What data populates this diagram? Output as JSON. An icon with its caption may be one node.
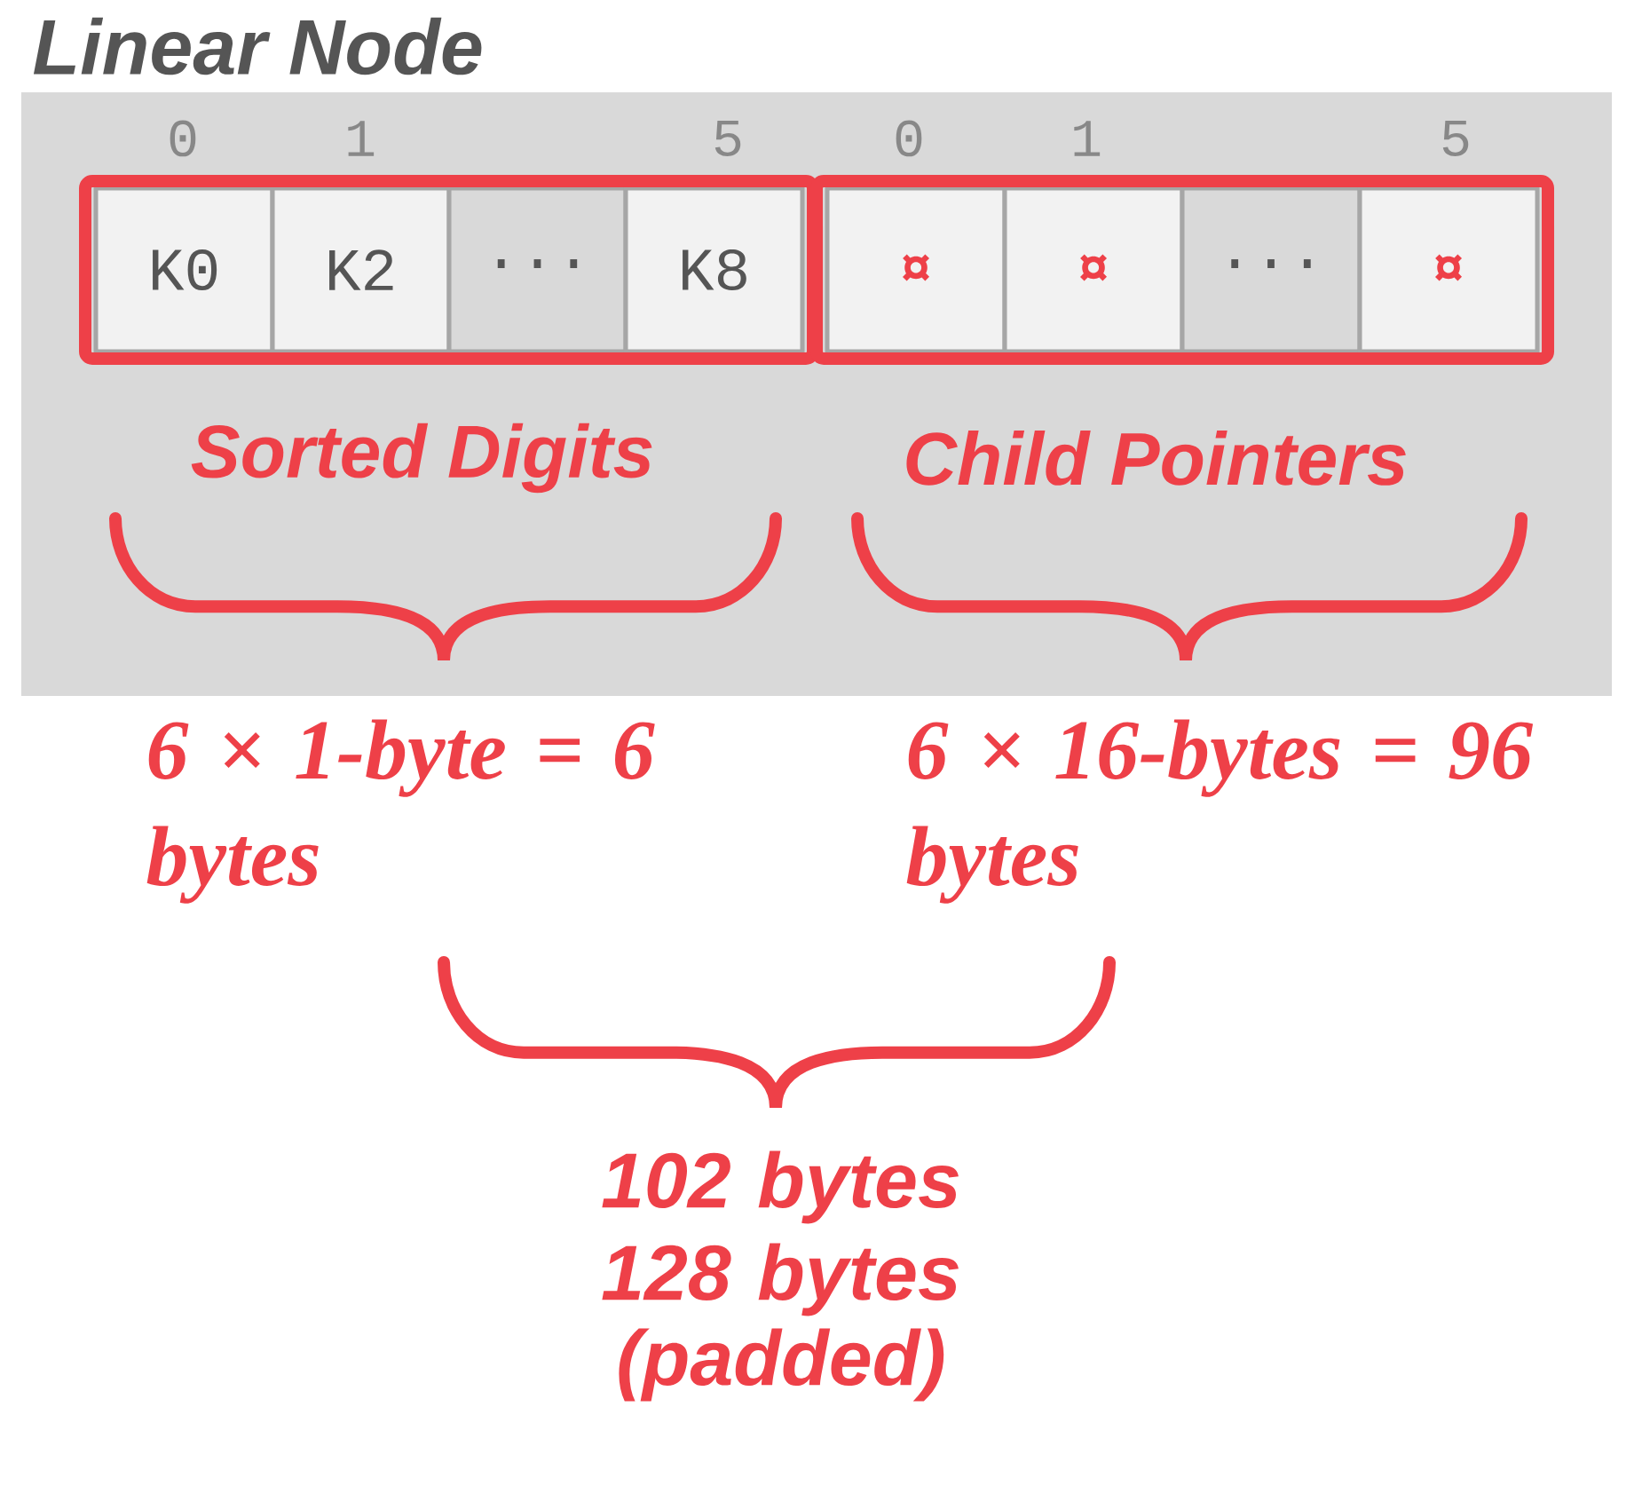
{
  "diagram": {
    "title": "Linear Node",
    "nodes": [
      {
        "text": [
          "Sorted Digits"
        ]
      },
      {
        "text": [
          "K0"
        ],
        "in": 0
      },
      {
        "text": [
          "K2"
        ],
        "in": 0
      },
      {
        "text": [
          "···"
        ],
        "in": 0
      },
      {
        "text": [
          "K8"
        ],
        "in": 0
      },
      {
        "text": [
          "Child Pointers"
        ]
      },
      {
        "text": [
          "¤"
        ],
        "in": 5
      },
      {
        "text": [
          "¤"
        ],
        "in": 5
      },
      {
        "text": [
          "···"
        ],
        "in": 5
      },
      {
        "text": [
          "¤"
        ],
        "in": 5
      }
    ],
    "edges": [],
    "labels": [
      "0",
      "1",
      "5",
      "0",
      "1",
      "5",
      "6 × 1-byte = 6 bytes",
      "6 × 16-bytes = 96 bytes",
      "102 bytes",
      "128 bytes (padded)"
    ]
  }
}
